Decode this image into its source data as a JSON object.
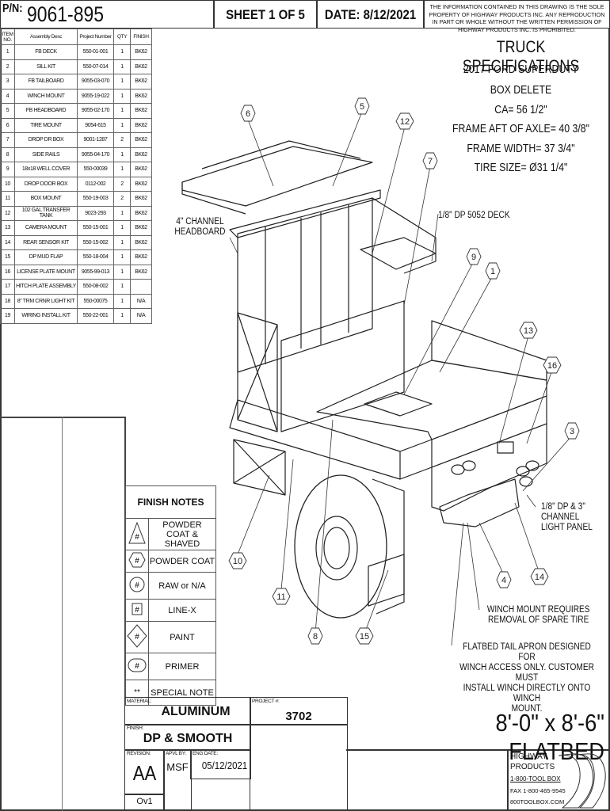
{
  "header": {
    "pn_label": "P/N:",
    "pn_value": "9061-895",
    "sheet": "SHEET 1 OF 5",
    "date": "DATE: 8/12/2021",
    "proprietary_note": "THE INFORMATION CONTAINED IN THIS DRAWING IS THE SOLE PROPERTY OF HIGHWAY PRODUCTS INC. ANY REPRODUCTION IN PART OR WHOLE WITHOUT THE WRITTEN PERMISSION OF HIGHWAY PRODUCTS INC. IS PROHIBITED."
  },
  "bom": {
    "headers": [
      "ITEM NO.",
      "Assembly Desc",
      "Project Number",
      "QTY",
      "FINISH"
    ],
    "rows": [
      [
        "1",
        "FB DECK",
        "550-01-001",
        "1",
        "BK62"
      ],
      [
        "2",
        "SILL KIT",
        "550-07-014",
        "1",
        "BK62"
      ],
      [
        "3",
        "FB TAILBOARD",
        "9055-03-070",
        "1",
        "BK62"
      ],
      [
        "4",
        "WINCH MOUNT",
        "9055-19-022",
        "1",
        "BK62"
      ],
      [
        "5",
        "FB HEADBOARD",
        "9055-02-170",
        "1",
        "BK62"
      ],
      [
        "6",
        "TIRE MOUNT",
        "9054-615",
        "1",
        "BK62"
      ],
      [
        "7",
        "DROP DR BOX",
        "9001-1287",
        "2",
        "BK62"
      ],
      [
        "8",
        "SIDE RAILS",
        "9055-04-170",
        "1",
        "BK62"
      ],
      [
        "9",
        "18x18 WELL COVER",
        "550-00039",
        "1",
        "BK62"
      ],
      [
        "10",
        "DROP DOOR BOX",
        "0112-002",
        "2",
        "BK62"
      ],
      [
        "11",
        "BOX MOUNT",
        "550-19-003",
        "2",
        "BK62"
      ],
      [
        "12",
        "102 GAL TRANSFER TANK",
        "9023-293",
        "1",
        "BK62"
      ],
      [
        "13",
        "CAMERA MOUNT",
        "550-15-001",
        "1",
        "BK62"
      ],
      [
        "14",
        "REAR SENSOR KIT",
        "550-15-002",
        "1",
        "BK62"
      ],
      [
        "15",
        "DP MUD FLAP",
        "550-18-004",
        "1",
        "BK62"
      ],
      [
        "16",
        "LICENSE PLATE MOUNT",
        "9055-99-013",
        "1",
        "BK62"
      ],
      [
        "17",
        "HITCH PLATE ASSEMBLY",
        "550-08-002",
        "1",
        ""
      ],
      [
        "18",
        "8\" TRM CRNR LIGHT KIT",
        "550-00075",
        "1",
        "N/A"
      ],
      [
        "19",
        "WIRING INSTALL KIT",
        "550-22-001",
        "1",
        "N/A"
      ]
    ]
  },
  "specs": {
    "title": "TRUCK SPECIFICATIONS",
    "lines": [
      "2017 FORD SUPERDUTY",
      "BOX DELETE",
      "CA=  56 1/2\"",
      "FRAME AFT OF AXLE= 40 3/8\"",
      "FRAME WIDTH= 37 3/4\"",
      "TIRE SIZE= Ø31 1/4\""
    ]
  },
  "callouts": {
    "headboard": "4\" CHANNEL\nHEADBOARD",
    "deck": "1/8\" DP 5052 DECK",
    "light_panel": "1/8\" DP & 3\"\nCHANNEL\nLIGHT PANEL",
    "winch_mount": "WINCH MOUNT REQUIRES\nREMOVAL OF SPARE TIRE",
    "tail_apron": "FLATBED TAIL APRON DESIGNED FOR\nWINCH ACCESS ONLY. CUSTOMER MUST\nINSTALL WINCH DIRECTLY ONTO WINCH\nMOUNT."
  },
  "balloons": [
    "1",
    "3",
    "4",
    "5",
    "6",
    "7",
    "8",
    "9",
    "10",
    "11",
    "12",
    "13",
    "14",
    "15",
    "16"
  ],
  "finish_notes": {
    "title": "FINISH NOTES",
    "items": [
      {
        "symbol": "triangle",
        "label": "POWDER COAT & SHAVED"
      },
      {
        "symbol": "hexagon",
        "label": "POWDER COAT"
      },
      {
        "symbol": "circle",
        "label": "RAW or N/A"
      },
      {
        "symbol": "square",
        "label": "LINE-X"
      },
      {
        "symbol": "diamond",
        "label": "PAINT"
      },
      {
        "symbol": "rounded-rect",
        "label": "PRIMER"
      },
      {
        "symbol": "asterisks",
        "label": "SPECIAL NOTE"
      }
    ],
    "symbol_char": "#",
    "special_char": "**"
  },
  "title_block": {
    "material_label": "MATERIAL:",
    "material": "ALUMINUM",
    "project_label": "PROJECT #:",
    "project": "3702",
    "finish_label": "FINISH:",
    "finish": "DP & SMOOTH",
    "revision_label": "REVISION:",
    "revision": "AA",
    "approved_label": "APVL BY:",
    "approved": "MSF",
    "eng_date_label": "ENG DATE:",
    "eng_date": "05/12/2021",
    "version": "Ov1",
    "product": "8'-0\" x 8'-6\"  FLATBED"
  },
  "company": {
    "name_line1": "HIGHWAY",
    "name_line2": "PRODUCTS",
    "phone": "1-800-TOOL BOX",
    "fax": "FAX 1-800-465-9545",
    "web": "800TOOLBOX.COM"
  }
}
